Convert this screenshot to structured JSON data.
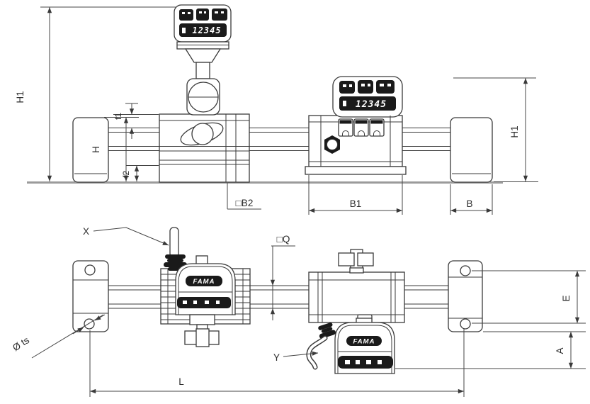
{
  "colors": {
    "background": "#ffffff",
    "line": "#3a3a3a",
    "dark_fill": "#1a1a1a",
    "dim_text": "#2b2b2b",
    "ground_line": "#9b9b9b"
  },
  "front": {
    "display_digits": "12345",
    "dims": {
      "h1_left": "H1",
      "h": "H",
      "f1": "f1",
      "f2": "f2",
      "b2": "□B2",
      "b1": "B1",
      "b": "B",
      "h1_right": "H1"
    }
  },
  "plan": {
    "brand": "FAMA",
    "dims": {
      "q": "□Q",
      "e": "E",
      "a": "A",
      "l": "L",
      "dia_ts": "Ø ts"
    },
    "callouts": {
      "x": "X",
      "y": "Y"
    }
  }
}
